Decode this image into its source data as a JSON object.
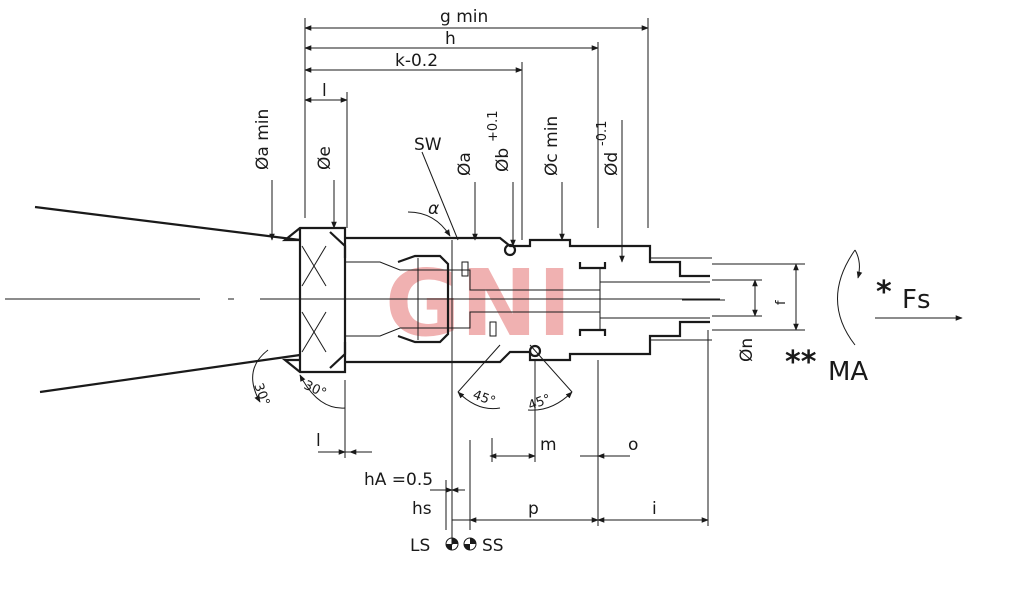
{
  "labels": {
    "g_min": "g min",
    "h": "h",
    "k": "k-0.2",
    "l_top": "l",
    "a_min": "Øa min",
    "e": "Øe",
    "sw": "SW",
    "a": "Øa",
    "b": "Øb",
    "b_tol": "+0.1",
    "c_min": "Øc min",
    "d": "Ød",
    "d_tol": "-0.1",
    "alpha": "α",
    "f": "f",
    "n": "Øn",
    "fs_star": "*",
    "fs": "Fs",
    "ma_star": "**",
    "ma": "MA",
    "angle_30_left": "30°",
    "angle_30_right": "30°",
    "angle_45_left": "45°",
    "angle_45_right": "45°",
    "l_bottom": "l",
    "m": "m",
    "o": "o",
    "ha": "hA =0.5",
    "hs": "hs",
    "p": "p",
    "i": "i",
    "ls": "LS",
    "ss": "SS"
  },
  "watermark": "GNI",
  "colors": {
    "line": "#1a1a1a",
    "watermark": "#e57373"
  }
}
